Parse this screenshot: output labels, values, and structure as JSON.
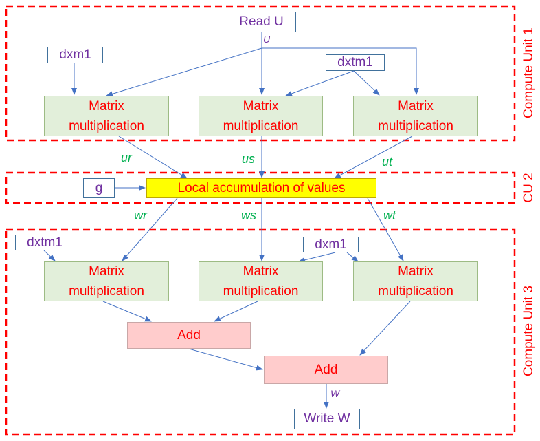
{
  "units": {
    "cu1": "Compute Unit 1",
    "cu2": "CU 2",
    "cu3": "Compute Unit 3"
  },
  "nodes": {
    "read_u": "Read U",
    "dxm1_a": "dxm1",
    "dxtm1_a": "dxtm1",
    "mm_line1": "Matrix",
    "mm_line2": "multiplication",
    "g": "g",
    "local_acc": "Local accumulation of values",
    "dxtm1_b": "dxtm1",
    "dxm1_b": "dxm1",
    "add": "Add",
    "write_w": "Write W"
  },
  "edge_labels": {
    "U": "U",
    "ur": "ur",
    "us": "us",
    "ut": "ut",
    "wr": "wr",
    "ws": "ws",
    "wt": "wt",
    "W": "W"
  },
  "colors": {
    "unit_border": "#ff0000",
    "arrow": "#4472c4",
    "matrix_fill": "#e2efda",
    "add_fill": "#ffcccc",
    "accumulate_fill": "#ffff00",
    "node_text": "#ff0000",
    "io_text": "#7030a0",
    "flow_label": "#00b050"
  }
}
